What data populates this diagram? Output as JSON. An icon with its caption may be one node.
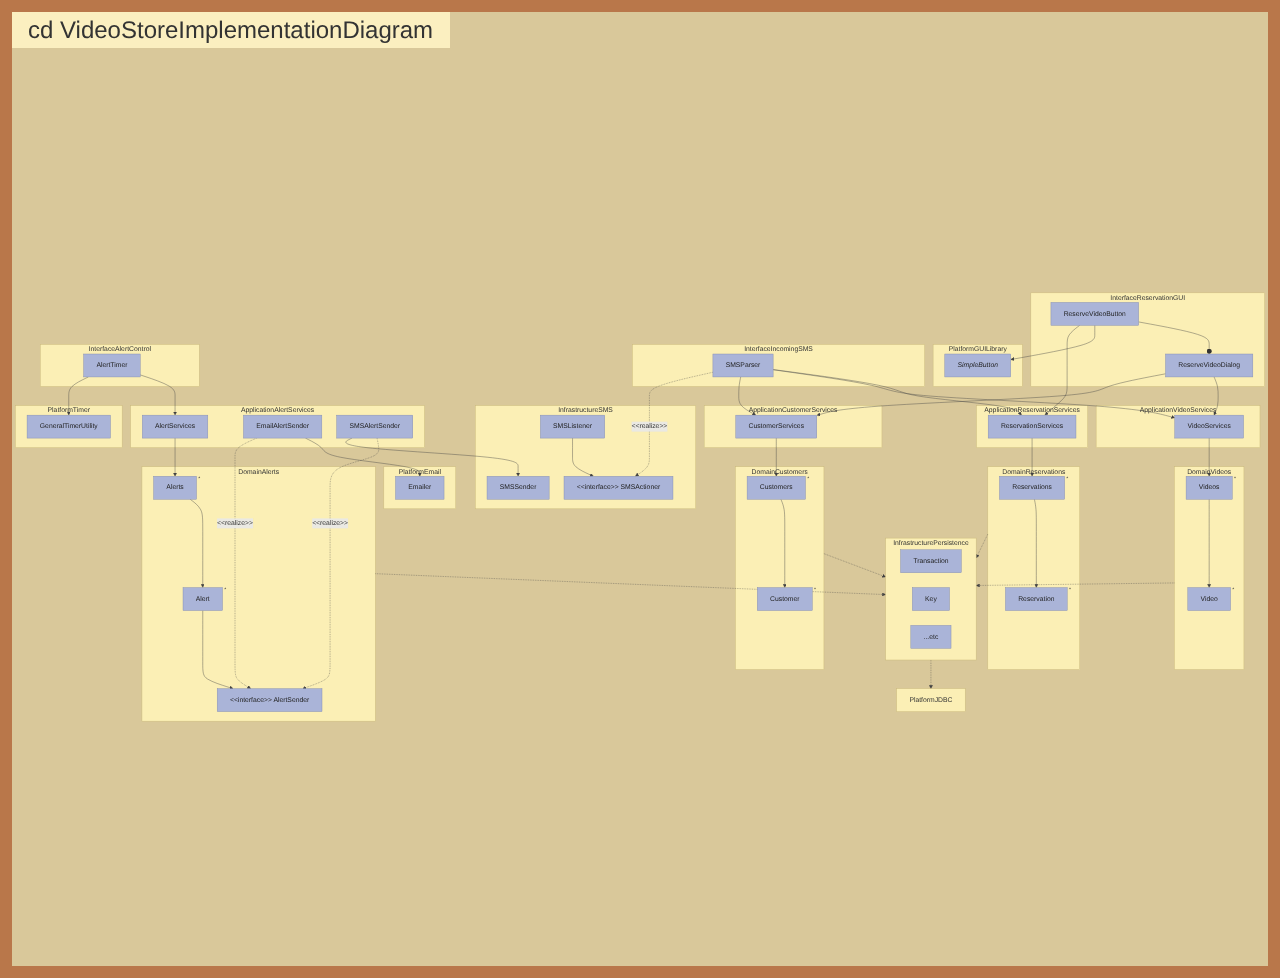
{
  "diagram": {
    "title": "cd VideoStoreImplementationDiagram",
    "nodes": [
      {
        "text": [
          "InterfaceReservationGUI"
        ]
      },
      {
        "text": [
          "ReserveVideoButton"
        ],
        "in": 0
      },
      {
        "text": [
          "ReserveVideoDialog"
        ],
        "in": 0
      },
      {
        "text": [
          "InterfaceIncomingSMS"
        ]
      },
      {
        "text": [
          "SMSParser"
        ],
        "in": 3
      },
      {
        "text": [
          "InterfaceAlertControl"
        ]
      },
      {
        "text": [
          "AlertTimer"
        ],
        "in": 5
      },
      {
        "text": [
          "ApplicationReservationServices"
        ]
      },
      {
        "text": [
          "ReservationServices"
        ],
        "in": 7
      },
      {
        "text": [
          "ApplicationVideoServices"
        ]
      },
      {
        "text": [
          "VideoServices"
        ],
        "in": 9
      },
      {
        "text": [
          "ApplicationCustomerServices"
        ]
      },
      {
        "text": [
          "CustomerServices"
        ],
        "in": 11
      },
      {
        "text": [
          "ApplicationAlertServices"
        ]
      },
      {
        "text": [
          "AlertServices"
        ],
        "in": 13
      },
      {
        "text": [
          "EmailAlertSender"
        ],
        "in": 13
      },
      {
        "text": [
          "SMSAlertSender"
        ],
        "in": 13
      },
      {
        "text": [
          "DomainReservations"
        ]
      },
      {
        "text": [
          "Reservations"
        ],
        "in": 17,
        "beside": [
          "*"
        ]
      },
      {
        "text": [
          "Reservation"
        ],
        "in": 17,
        "beside": [
          "*"
        ]
      },
      {
        "text": [
          "DomainVideos"
        ]
      },
      {
        "text": [
          "Videos"
        ],
        "in": 20,
        "beside": [
          "*"
        ]
      },
      {
        "text": [
          "Video"
        ],
        "in": 20,
        "beside": [
          "*"
        ]
      },
      {
        "text": [
          "DomainCustomers"
        ]
      },
      {
        "text": [
          "Customers"
        ],
        "in": 23,
        "beside": [
          "*"
        ]
      },
      {
        "text": [
          "Customer"
        ],
        "in": 23,
        "beside": [
          "*"
        ]
      },
      {
        "text": [
          "DomainAlerts"
        ]
      },
      {
        "text": [
          "Alerts"
        ],
        "in": 26,
        "beside": [
          "*"
        ]
      },
      {
        "text": [
          "<<interface>> AlertSender"
        ],
        "in": 26
      },
      {
        "text": [
          "Alert"
        ],
        "in": 26,
        "beside": [
          "*"
        ]
      },
      {
        "text": [
          "InfrastructurePersistence"
        ]
      },
      {
        "text": [
          "Transaction"
        ],
        "in": 30
      },
      {
        "text": [
          "Key"
        ],
        "in": 30
      },
      {
        "text": [
          "...etc"
        ],
        "in": 30
      },
      {
        "text": [
          "InfrastructureSMS"
        ]
      },
      {
        "text": [
          "SMSListener"
        ],
        "in": 34
      },
      {
        "text": [
          "SMSSender"
        ],
        "in": 34
      },
      {
        "text": [
          "<<interface>> SMSActioner"
        ],
        "in": 34
      },
      {
        "text": [
          "PlatformGUILibrary"
        ]
      },
      {
        "text": [
          "SimpleButton"
        ],
        "in": 38
      },
      {
        "text": [
          "PlatformJDBC"
        ]
      },
      {
        "text": [
          "PlatformTimer"
        ]
      },
      {
        "text": [
          "GeneralTimerUtility"
        ],
        "in": 41
      },
      {
        "text": [
          "PlatformEmail"
        ]
      },
      {
        "text": [
          "Emailer"
        ],
        "in": 43
      }
    ],
    "edges": [
      {
        "from": 1,
        "to": 2,
        "arrow": "other"
      },
      {
        "from": 1,
        "to": 39,
        "arrow": "to"
      },
      {
        "from": 1,
        "to": 8,
        "arrow": "to"
      },
      {
        "from": 2,
        "to": 10,
        "arrow": "to"
      },
      {
        "from": 2,
        "to": 12,
        "arrow": "to"
      },
      {
        "from": 4,
        "to": 8,
        "arrow": "to"
      },
      {
        "from": 4,
        "to": 10,
        "arrow": "to"
      },
      {
        "from": 4,
        "to": 12,
        "arrow": "to"
      },
      {
        "from": 4,
        "to": 37,
        "arrow": "to",
        "style": "dashed",
        "label": "<<realize>>"
      },
      {
        "from": 6,
        "to": 14,
        "arrow": "to"
      },
      {
        "from": 6,
        "to": 42,
        "arrow": "to"
      },
      {
        "from": 8,
        "to": 18,
        "arrow": "to"
      },
      {
        "from": 10,
        "to": 21,
        "arrow": "to"
      },
      {
        "from": 12,
        "to": 24,
        "arrow": "to"
      },
      {
        "from": 14,
        "to": 27,
        "arrow": "to"
      },
      {
        "from": 15,
        "to": 44,
        "arrow": "to"
      },
      {
        "from": 15,
        "to": 28,
        "arrow": "to",
        "style": "dashed",
        "label": "<<realize>>"
      },
      {
        "from": 16,
        "to": 28,
        "arrow": "to",
        "style": "dashed",
        "label": "<<realize>>"
      },
      {
        "from": 16,
        "to": 36,
        "arrow": "to"
      },
      {
        "from": 18,
        "to": 19,
        "arrow": "to"
      },
      {
        "from": 21,
        "to": 22,
        "arrow": "to"
      },
      {
        "from": 24,
        "to": 25,
        "arrow": "to"
      },
      {
        "from": 27,
        "to": 29,
        "arrow": "to"
      },
      {
        "from": 29,
        "to": 28,
        "arrow": "to"
      },
      {
        "from": 17,
        "to": 30,
        "arrow": "to",
        "style": "dashed"
      },
      {
        "from": 20,
        "to": 30,
        "arrow": "to",
        "style": "dashed"
      },
      {
        "from": 23,
        "to": 30,
        "arrow": "to",
        "style": "dashed"
      },
      {
        "from": 26,
        "to": 30,
        "arrow": "to",
        "style": "dashed"
      },
      {
        "from": 35,
        "to": 37,
        "arrow": "to"
      },
      {
        "from": 30,
        "to": 40,
        "arrow": "to",
        "style": "dashed"
      }
    ]
  }
}
